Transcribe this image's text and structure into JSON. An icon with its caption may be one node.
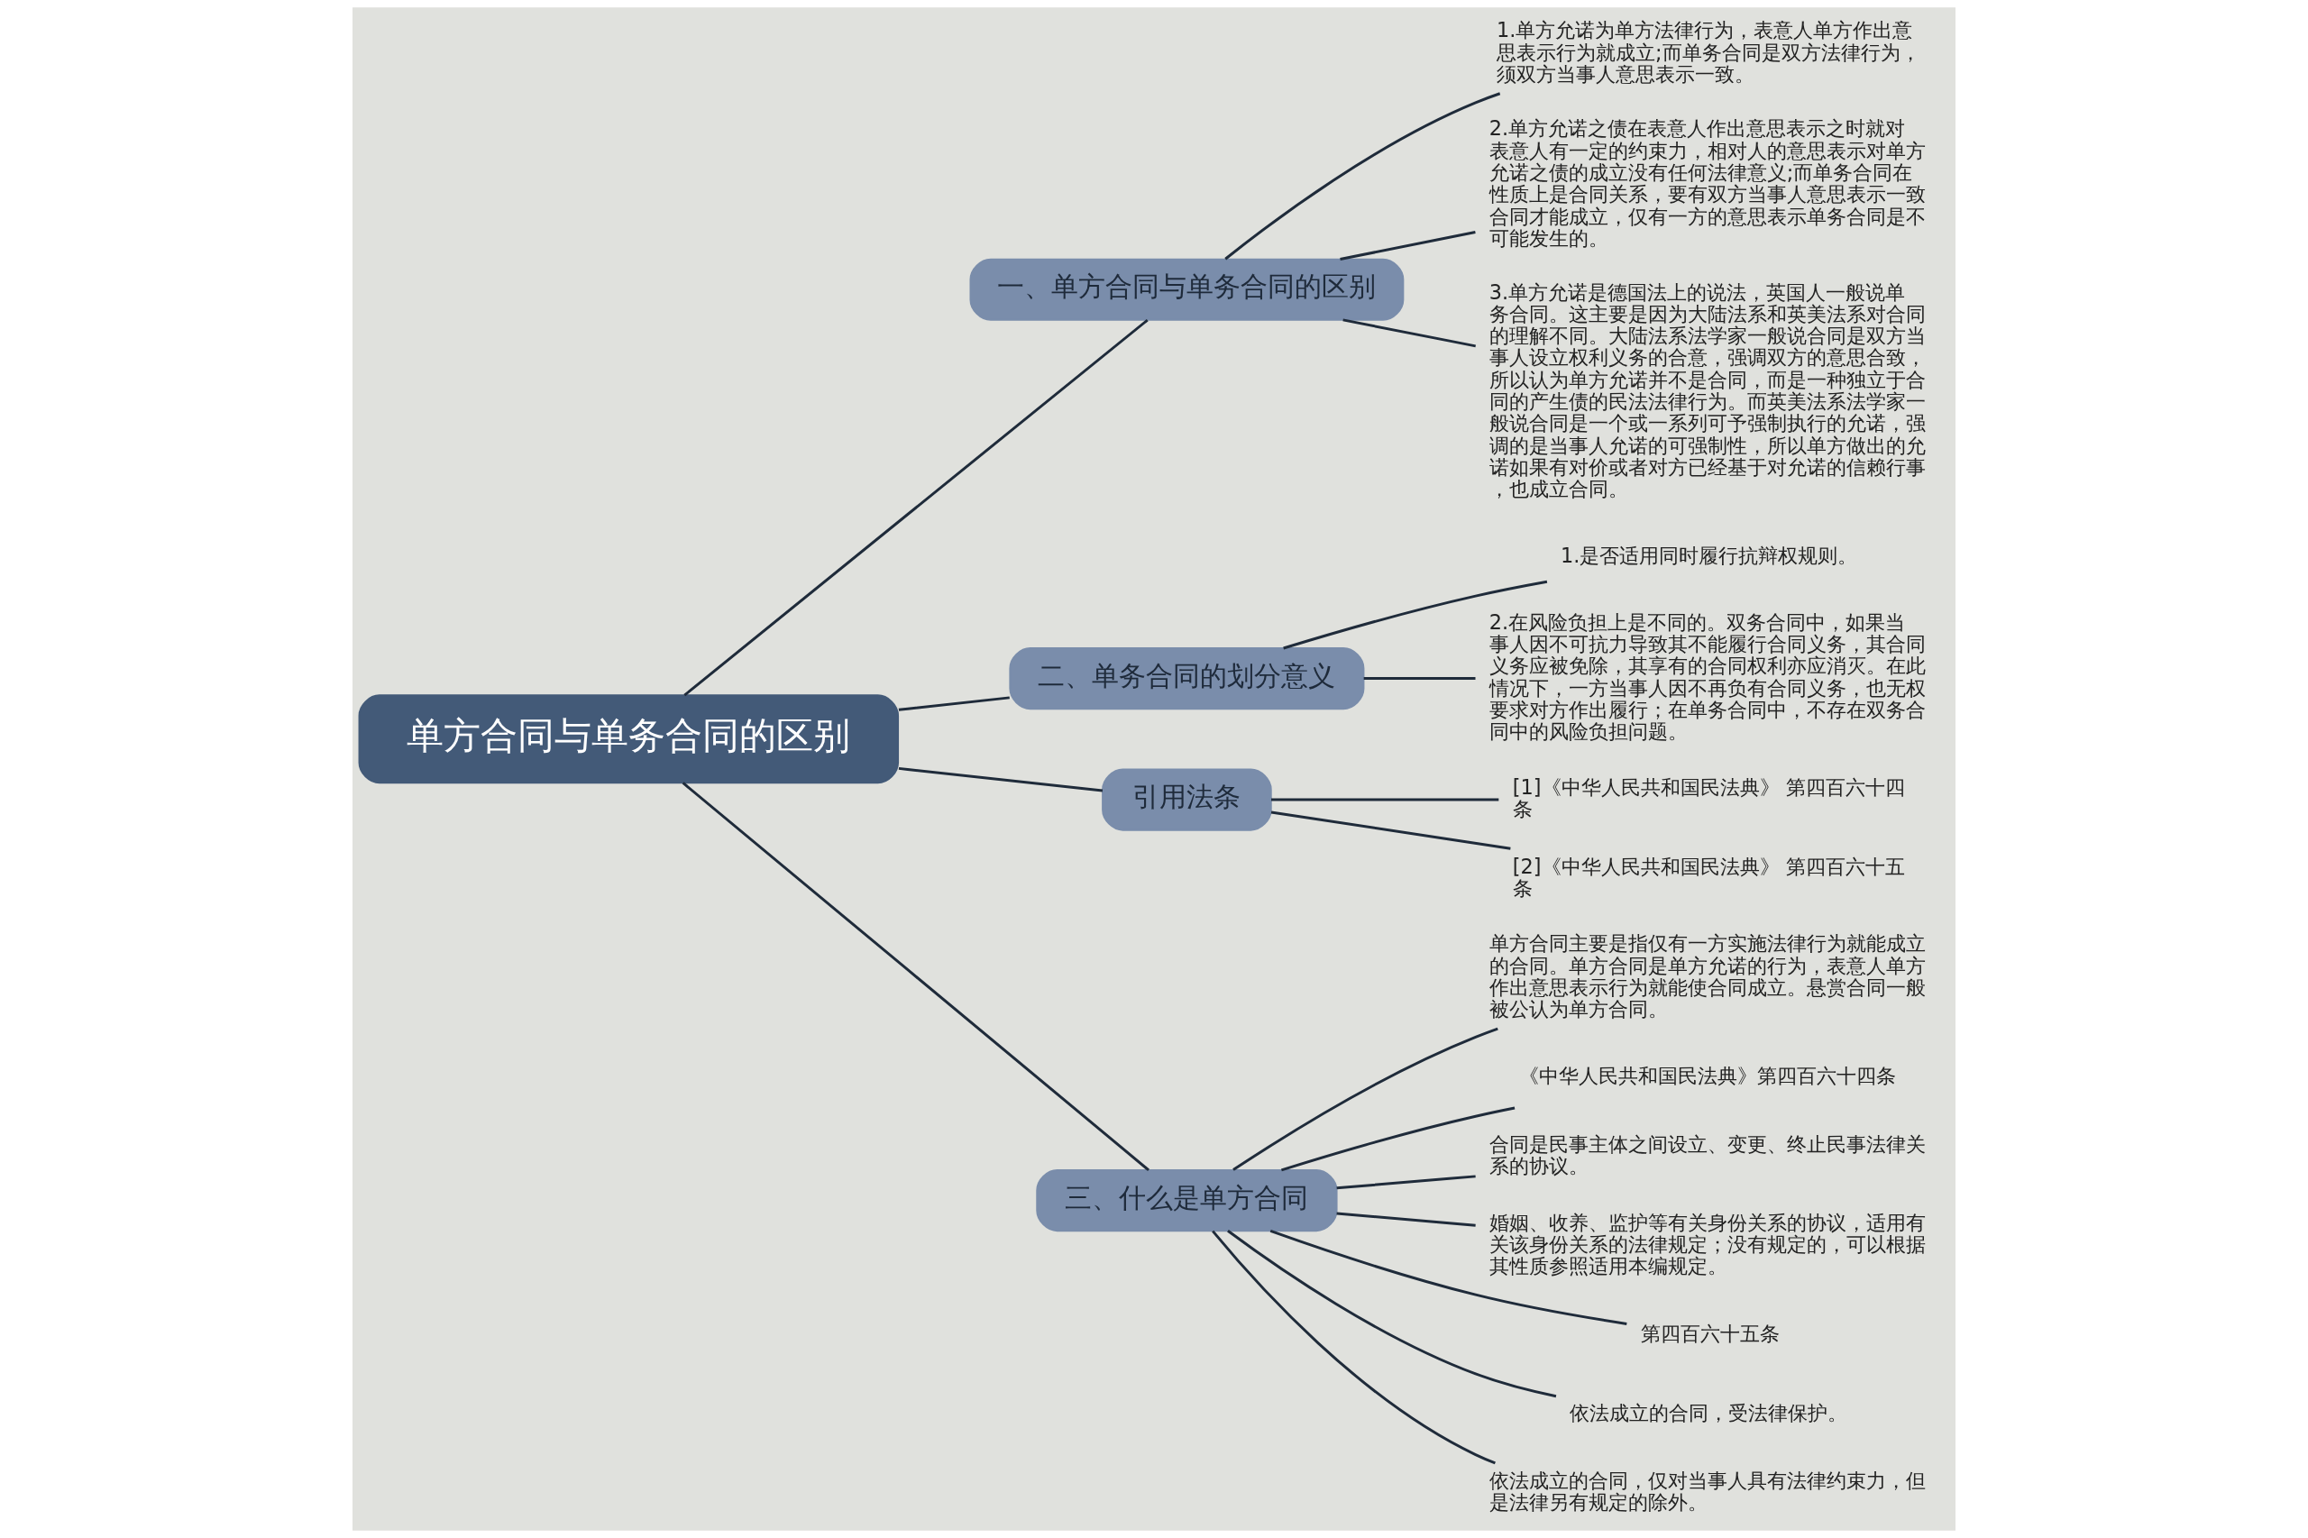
{
  "diagram": {
    "nodes": [
      {
        "text": [
          "单方合同与单务合同的区别"
        ]
      },
      {
        "text": [
          "一、单方合同与单务合同的区别"
        ]
      },
      {
        "text": [
          "1.单方允诺为单方法律行为，表意人单方作出意思表示行为就成立;而单务合同是双方法律行为，须双方当事人意思表示一致。"
        ]
      },
      {
        "text": [
          "2.单方允诺之债在表意人作出意思表示之时就对表意人有一定的约束力，相对人的意思表示对单方允诺之债的成立没有任何法律意义;而单务合同在性质上是合同关系，要有双方当事人意思表示一致合同才能成立，仅有一方的意思表示单务合同是不可能发生的。"
        ]
      },
      {
        "text": [
          "3.单方允诺是德国法上的说法，英国人一般说单务合同。这主要是因为大陆法系和英美法系对合同的理解不同。大陆法系法学家一般说合同是双方当事人设立权利义务的合意，强调双方的意思合致，所以认为单方允诺并不是合同，而是一种独立于合同的产生债的民法法律行为。而英美法系法学家一般说合同是一个或一系列可予强制执行的允诺，强调的是当事人允诺的可强制性，所以单方做出的允诺如果有对价或者对方已经基于对允诺的信赖行事，也成立合同。"
        ]
      },
      {
        "text": [
          "二、单务合同的划分意义"
        ]
      },
      {
        "text": [
          "1.是否适用同时履行抗辩权规则。"
        ]
      },
      {
        "text": [
          "2.在风险负担上是不同的。双务合同中，如果当事人因不可抗力导致其不能履行合同义务，其合同义务应被免除，其享有的合同权利亦应消灭。在此情况下，一方当事人因不再负有合同义务，也无权要求对方作出履行；在单务合同中，不存在双务合同中的风险负担问题。"
        ]
      },
      {
        "text": [
          "引用法条"
        ]
      },
      {
        "text": [
          "[1]《中华人民共和国民法典》 第四百六十四条"
        ]
      },
      {
        "text": [
          "[2]《中华人民共和国民法典》 第四百六十五条"
        ]
      },
      {
        "text": [
          "三、什么是单方合同"
        ]
      },
      {
        "text": [
          "单方合同主要是指仅有一方实施法律行为就能成立的合同。单方合同是单方允诺的行为，表意人单方作出意思表示行为就能使合同成立。悬赏合同一般被公认为单方合同。"
        ]
      },
      {
        "text": [
          "《中华人民共和国民法典》第四百六十四条"
        ]
      },
      {
        "text": [
          "合同是民事主体之间设立、变更、终止民事法律关系的协议。"
        ]
      },
      {
        "text": [
          "婚姻、收养、监护等有关身份关系的协议，适用有关该身份关系的法律规定；没有规定的，可以根据其性质参照适用本编规定。"
        ]
      },
      {
        "text": [
          "第四百六十五条"
        ]
      },
      {
        "text": [
          "依法成立的合同，受法律保护。"
        ]
      },
      {
        "text": [
          "依法成立的合同，仅对当事人具有法律约束力，但是法律另有规定的除外。"
        ]
      }
    ],
    "edges": [
      {
        "from": 0,
        "to": 1,
        "arrow": "none"
      },
      {
        "from": 1,
        "to": 2,
        "arrow": "none"
      },
      {
        "from": 1,
        "to": 3,
        "arrow": "none"
      },
      {
        "from": 1,
        "to": 4,
        "arrow": "none"
      },
      {
        "from": 0,
        "to": 5,
        "arrow": "none"
      },
      {
        "from": 5,
        "to": 6,
        "arrow": "none"
      },
      {
        "from": 5,
        "to": 7,
        "arrow": "none"
      },
      {
        "from": 0,
        "to": 8,
        "arrow": "none"
      },
      {
        "from": 8,
        "to": 9,
        "arrow": "none"
      },
      {
        "from": 8,
        "to": 10,
        "arrow": "none"
      },
      {
        "from": 0,
        "to": 11,
        "arrow": "none"
      },
      {
        "from": 11,
        "to": 12,
        "arrow": "none"
      },
      {
        "from": 11,
        "to": 13,
        "arrow": "none"
      },
      {
        "from": 11,
        "to": 14,
        "arrow": "none"
      },
      {
        "from": 11,
        "to": 15,
        "arrow": "none"
      },
      {
        "from": 11,
        "to": 16,
        "arrow": "none"
      },
      {
        "from": 11,
        "to": 17,
        "arrow": "none"
      },
      {
        "from": 11,
        "to": 18,
        "arrow": "none"
      }
    ]
  }
}
